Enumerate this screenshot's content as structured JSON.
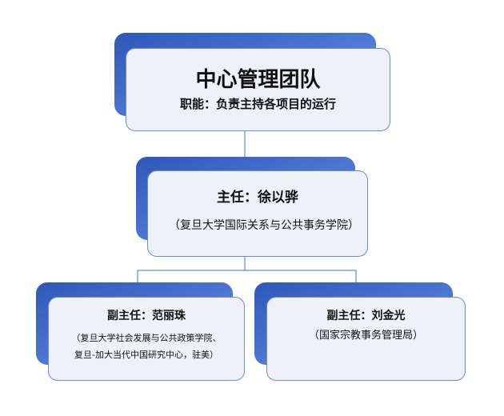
{
  "top": {
    "title": "中心管理团队",
    "subtitle": "职能：负责主持各项目的运行"
  },
  "director": {
    "title": "主任：徐以骅",
    "affiliation": "（复旦大学国际关系与公共事务学院）"
  },
  "deputies": [
    {
      "title": "副主任：范丽珠",
      "affiliation_lines": [
        "（复旦大学社会发展与公共政策学院、",
        "复旦-加大当代中国研究中心，驻美）"
      ]
    },
    {
      "title": "副主任：刘金光",
      "affiliation_lines": [
        "（国家宗教事务管理局）"
      ]
    }
  ],
  "colors": {
    "back_box": "#3f67c6",
    "front_box": "#eef1f8",
    "border": "#6d8ccb",
    "connector": "#4a6fb8"
  }
}
